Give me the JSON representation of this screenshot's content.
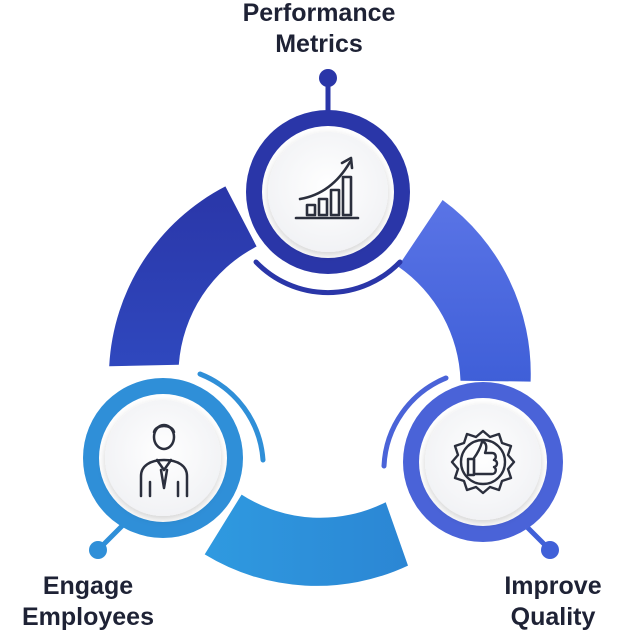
{
  "diagram": {
    "nodes": [
      {
        "id": "performance-metrics",
        "label_line1": "Performance",
        "label_line2": "Metrics",
        "icon": "growth-chart-icon",
        "color": "#2a3bb0"
      },
      {
        "id": "engage-employees",
        "label_line1": "Engage",
        "label_line2": "Employees",
        "icon": "employee-icon",
        "color": "#2f8fd8"
      },
      {
        "id": "improve-quality",
        "label_line1": "Improve",
        "label_line2": "Quality",
        "icon": "thumbs-up-badge-icon",
        "color": "#4a63d8"
      }
    ],
    "ring_segment_colors": [
      "#2433a8",
      "#4e6fe0",
      "#2f8fd8"
    ],
    "text_color": "#1e2235"
  }
}
